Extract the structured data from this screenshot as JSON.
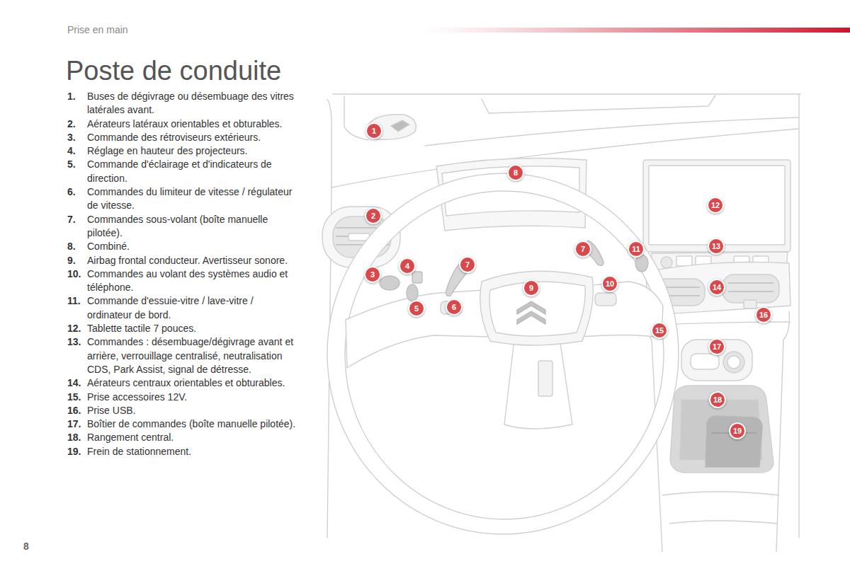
{
  "diagram": {
    "title": "Poste de conduite",
    "labels": [
      "Prise en main",
      "1.",
      "Buses de dégivrage ou désembuage des vitres latérales avant.",
      "2.",
      "Aérateurs latéraux orientables et obturables.",
      "3.",
      "Commande des rétroviseurs extérieurs.",
      "4.",
      "Réglage en hauteur des projecteurs.",
      "5.",
      "Commande d'éclairage et d'indicateurs de direction.",
      "6.",
      "Commandes du limiteur de vitesse / régulateur de vitesse.",
      "7.",
      "Commandes sous-volant (boîte manuelle pilotée).",
      "8.",
      "Combiné.",
      "9.",
      "Airbag frontal conducteur. Avertisseur sonore.",
      "10.",
      "Commandes au volant des systèmes audio et téléphone.",
      "11.",
      "Commande d'essuie-vitre / lave-vitre / ordinateur de bord.",
      "12.",
      "Tablette tactile 7 pouces.",
      "13.",
      "Commandes : désembuage/dégivrage avant et arrière, verrouillage centralisé, neutralisation CDS, Park Assist, signal de détresse.",
      "14.",
      "Aérateurs centraux orientables et obturables.",
      "15.",
      "Prise accessoires 12V.",
      "16.",
      "Prise USB.",
      "17.",
      "Boîtier de commandes (boîte manuelle pilotée).",
      "18.",
      "Rangement central.",
      "19.",
      "Frein de stationnement.",
      "1",
      "2",
      "3",
      "4",
      "5",
      "6",
      "7",
      "7",
      "8",
      "9",
      "10",
      "11",
      "12",
      "13",
      "14",
      "15",
      "16",
      "17",
      "18",
      "19",
      "8"
    ]
  }
}
